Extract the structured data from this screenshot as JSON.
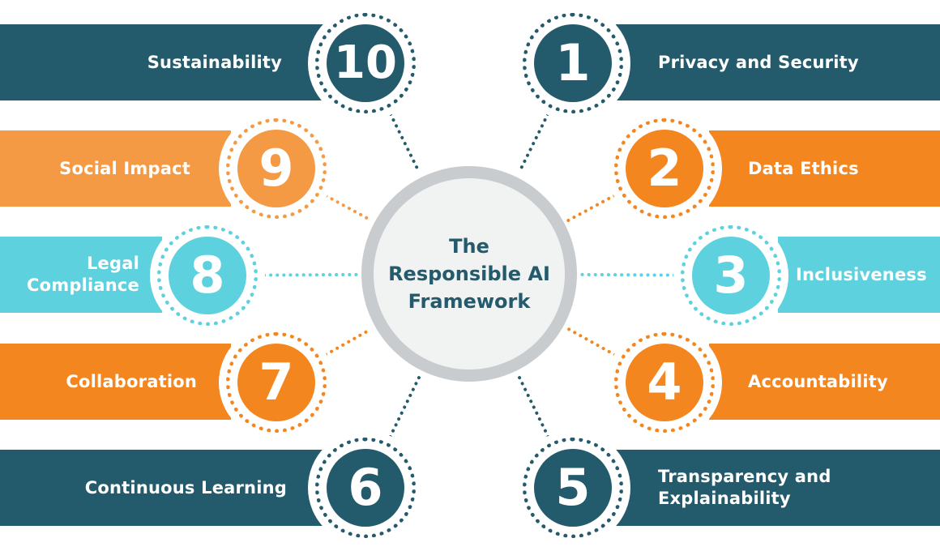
{
  "hub": {
    "title": "The\nResponsible AI\nFramework"
  },
  "colors": {
    "teal_dark": "#245b6c",
    "orange": "#f4861f",
    "orange_light": "#f59a44",
    "cyan": "#5ed1df",
    "hub_ring": "#c9ccce",
    "hub_fill": "#f1f2f2",
    "title_text": "#245b6c"
  },
  "items": [
    {
      "number": "1",
      "label": "Privacy and Security",
      "color": "#245b6c"
    },
    {
      "number": "2",
      "label": "Data Ethics",
      "color": "#f4861f"
    },
    {
      "number": "3",
      "label": "Inclusiveness",
      "color": "#5ed1df"
    },
    {
      "number": "4",
      "label": "Accountability",
      "color": "#f4861f"
    },
    {
      "number": "5",
      "label": "Transparency and\nExplainability",
      "color": "#245b6c"
    },
    {
      "number": "6",
      "label": "Continuous Learning",
      "color": "#245b6c"
    },
    {
      "number": "7",
      "label": "Collaboration",
      "color": "#f4861f"
    },
    {
      "number": "8",
      "label": "Legal\nCompliance",
      "color": "#5ed1df"
    },
    {
      "number": "9",
      "label": "Social Impact",
      "color": "#f59a44"
    },
    {
      "number": "10",
      "label": "Sustainability",
      "color": "#245b6c"
    }
  ]
}
